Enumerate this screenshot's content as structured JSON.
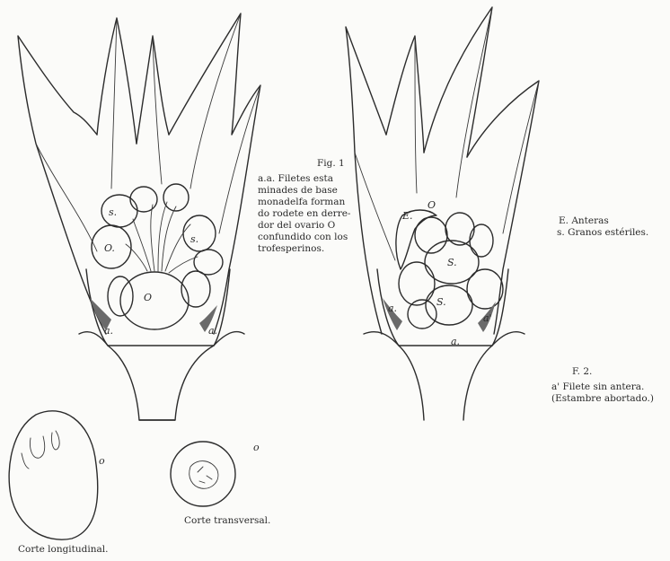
{
  "figure1": {
    "title": "Fig. 1",
    "caption_lines": [
      "a.a. Filetes esta",
      "minades de base",
      "monadelfa forman",
      "do rodete en derre-",
      "dor del ovario O",
      "confundido con los",
      "trofesperinos."
    ],
    "labels": {
      "s1": "s.",
      "s2": "s.",
      "o": "O.",
      "o2": "O",
      "a1": "a.",
      "a2": "a."
    }
  },
  "figure2": {
    "title": "F. 2.",
    "legend": [
      "E. Anteras",
      "s. Granos estériles."
    ],
    "caption_lines": [
      "a' Filete sin antera.",
      "(Estambre abortado.)"
    ],
    "labels": {
      "e": "E.",
      "o": "O",
      "s1": "S.",
      "s2": "S.",
      "a1": "a.",
      "a2": "a.",
      "a3": "a'"
    }
  },
  "sections": {
    "longitudinal_label": "Corte longitudinal.",
    "transversal_label": "Corte transversal.",
    "o_mark_long": "o",
    "o_mark_trans": "o"
  }
}
